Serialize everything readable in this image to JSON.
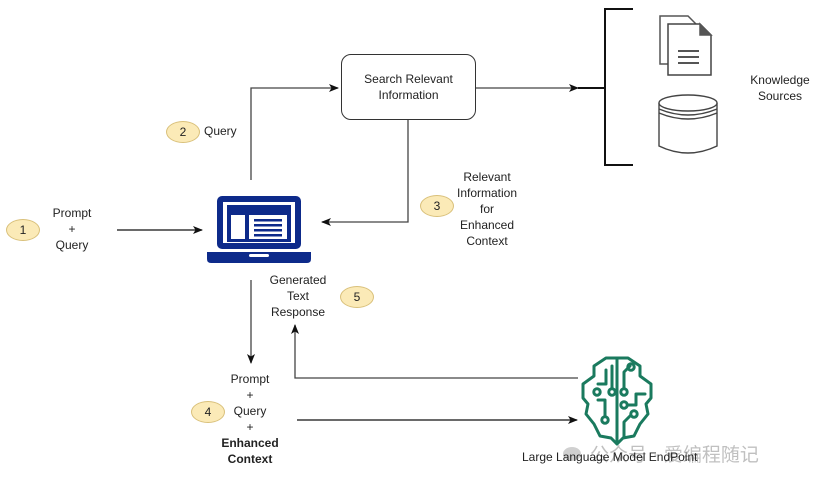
{
  "title": "RAG workflow diagram",
  "colors": {
    "laptop": "#0d2a8a",
    "brain": "#1a7a5e",
    "badge_fill": "#fbeab7",
    "badge_border": "#d9c07a",
    "line": "#333333"
  },
  "steps": [
    {
      "number": "1",
      "lines": [
        "Prompt",
        "+",
        "Query"
      ]
    },
    {
      "number": "2",
      "lines": [
        "Query"
      ]
    },
    {
      "number": "3",
      "lines": [
        "Relevant",
        "Information",
        "for",
        "Enhanced",
        "Context"
      ]
    },
    {
      "number": "4",
      "lines": [
        "Prompt",
        "+",
        "Query",
        "+",
        "Enhanced",
        "Context"
      ]
    },
    {
      "number": "5",
      "lines": [
        "Generated",
        "Text",
        "Response"
      ]
    }
  ],
  "search_box": {
    "lines": [
      "Search Relevant",
      "Information"
    ]
  },
  "knowledge": {
    "lines": [
      "Knowledge",
      "Sources"
    ],
    "icons": [
      "documents-icon",
      "database-icon"
    ]
  },
  "llm": {
    "label": "Large Language Model EndPoint",
    "icon": "brain-circuit-icon"
  },
  "client": {
    "icon": "laptop-icon"
  },
  "watermark": "公众号 · 爱编程随记"
}
